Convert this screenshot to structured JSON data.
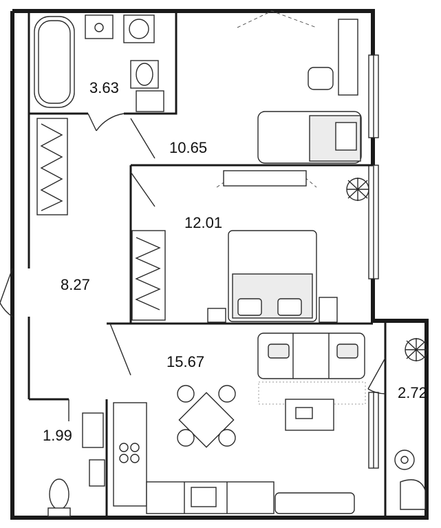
{
  "plan": {
    "rooms": [
      {
        "id": "bathroom",
        "area": "3.63"
      },
      {
        "id": "bedroom-small",
        "area": "10.65"
      },
      {
        "id": "bedroom-main",
        "area": "12.01"
      },
      {
        "id": "hallway",
        "area": "8.27"
      },
      {
        "id": "kitchen-living",
        "area": "15.67"
      },
      {
        "id": "toilet",
        "area": "1.99"
      },
      {
        "id": "balcony",
        "area": "2.72"
      }
    ]
  }
}
